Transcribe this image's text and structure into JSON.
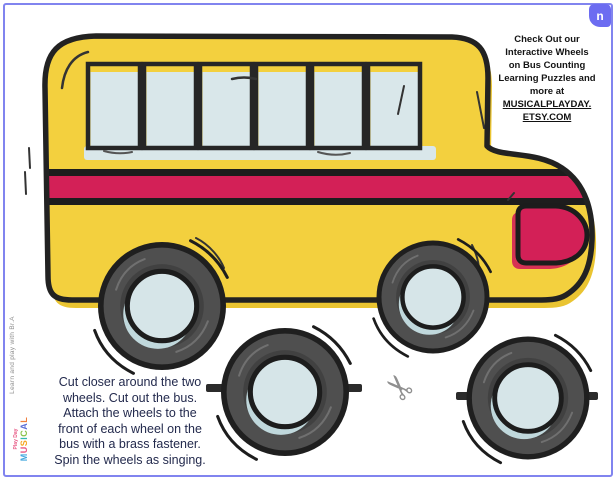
{
  "page": {
    "background": "#ffffff",
    "border_color": "#8184ef"
  },
  "badge": {
    "label": "n",
    "color": "#6c6cf1"
  },
  "promo": {
    "lines": [
      "Check Out our",
      "Interactive Wheels",
      "on Bus Counting",
      "Learning Puzzles and",
      "more at"
    ],
    "link_line1": "MUSICALPLAYDAY.",
    "link_line2": "ETSY.COM"
  },
  "instructions": {
    "lines": [
      "Cut closer around the two",
      "wheels. Cut out the bus.",
      "Attach the wheels to the",
      "front of each wheel on the",
      "bus with a brass fastener.",
      "Spin the wheels as singing."
    ]
  },
  "credit": {
    "text": "Learn and play with Br.A"
  },
  "logo": {
    "subtext": "Play Day",
    "subtext_color": "#e85a86",
    "letters": [
      {
        "ch": "M",
        "color": "#45a8df"
      },
      {
        "ch": "U",
        "color": "#e85a86"
      },
      {
        "ch": "S",
        "color": "#f5a623"
      },
      {
        "ch": "I",
        "color": "#35b8b0"
      },
      {
        "ch": "C",
        "color": "#8bc34a"
      },
      {
        "ch": "A",
        "color": "#5c6fd6"
      },
      {
        "ch": "L",
        "color": "#f07f3c"
      }
    ]
  },
  "scissors": {
    "icon": "✂"
  },
  "colors": {
    "bus_yellow": "#f3d03e",
    "bus_shadow": "#eac431",
    "stripe_red": "#d32057",
    "stripe_black": "#1d1d1d",
    "window_blue": "#d9e7ea",
    "outline": "#222222",
    "tire_gray": "#4f4f4f",
    "tire_dark": "#414141",
    "hub_blue": "#d6e5e8",
    "hub_shadow": "#c0d8dc",
    "panel_red": "#d32057"
  }
}
